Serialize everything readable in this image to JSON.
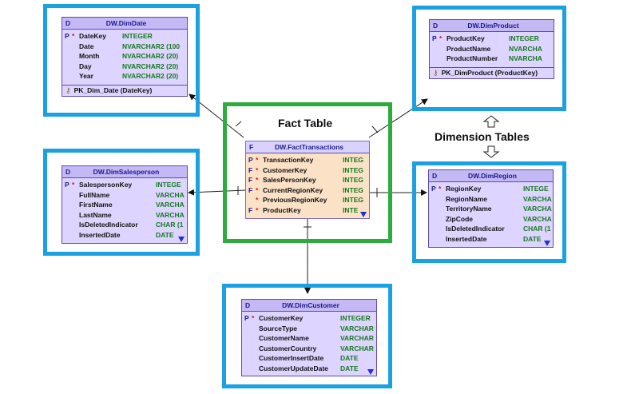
{
  "labels": {
    "fact_table": "Fact Table",
    "dimension_tables": "Dimension Tables"
  },
  "fact": {
    "badge": "F",
    "name": "DW.FactTransactions",
    "rows": [
      {
        "k": "P",
        "s": "*",
        "n": "TransactionKey",
        "t": "INTEG"
      },
      {
        "k": "F",
        "s": "*",
        "n": "CustomerKey",
        "t": "INTEG"
      },
      {
        "k": "F",
        "s": "*",
        "n": "SalesPersonKey",
        "t": "INTEG"
      },
      {
        "k": "F",
        "s": "*",
        "n": "CurrentRegionKey",
        "t": "INTEG"
      },
      {
        "k": "",
        "s": "*",
        "n": "PreviousRegionKey",
        "t": "INTEG"
      },
      {
        "k": "F",
        "s": "*",
        "n": "ProductKey",
        "t": "INTE"
      }
    ]
  },
  "date": {
    "badge": "D",
    "name": "DW.DimDate",
    "rows": [
      {
        "k": "P",
        "s": "*",
        "n": "DateKey",
        "t": "INTEGER"
      },
      {
        "k": "",
        "s": "",
        "n": "Date",
        "t": "NVARCHAR2 (100"
      },
      {
        "k": "",
        "s": "",
        "n": "Month",
        "t": "NVARCHAR2 (20)"
      },
      {
        "k": "",
        "s": "",
        "n": "Day",
        "t": "NVARCHAR2 (20)"
      },
      {
        "k": "",
        "s": "",
        "n": "Year",
        "t": "NVARCHAR2 (20)"
      }
    ],
    "pk": "PK_Dim_Date (DateKey)"
  },
  "product": {
    "badge": "D",
    "name": "DW.DimProduct",
    "rows": [
      {
        "k": "P",
        "s": "*",
        "n": "ProductKey",
        "t": "INTEGER"
      },
      {
        "k": "",
        "s": "",
        "n": "ProductName",
        "t": "NVARCHA"
      },
      {
        "k": "",
        "s": "",
        "n": "ProductNumber",
        "t": "NVARCHA"
      }
    ],
    "pk": "PK_DimProduct (ProductKey)"
  },
  "salesperson": {
    "badge": "D",
    "name": "DW.DimSalesperson",
    "rows": [
      {
        "k": "P",
        "s": "*",
        "n": "SalespersonKey",
        "t": "INTEGE"
      },
      {
        "k": "",
        "s": "",
        "n": "FullName",
        "t": "VARCHA"
      },
      {
        "k": "",
        "s": "",
        "n": "FirstName",
        "t": "VARCHA"
      },
      {
        "k": "",
        "s": "",
        "n": "LastName",
        "t": "VARCHA"
      },
      {
        "k": "",
        "s": "",
        "n": "IsDeletedIndicator",
        "t": "CHAR (1"
      },
      {
        "k": "",
        "s": "",
        "n": "InsertedDate",
        "t": "DATE"
      }
    ]
  },
  "region": {
    "badge": "D",
    "name": "DW.DimRegion",
    "rows": [
      {
        "k": "P",
        "s": "*",
        "n": "RegionKey",
        "t": "INTEGE"
      },
      {
        "k": "",
        "s": "",
        "n": "RegionName",
        "t": "VARCHA"
      },
      {
        "k": "",
        "s": "",
        "n": "TerritoryName",
        "t": "VARCHA"
      },
      {
        "k": "",
        "s": "",
        "n": "ZipCode",
        "t": "VARCHA"
      },
      {
        "k": "",
        "s": "",
        "n": "IsDeletedIndicator",
        "t": "CHAR (1"
      },
      {
        "k": "",
        "s": "",
        "n": "InsertedDate",
        "t": "DATE"
      }
    ]
  },
  "customer": {
    "badge": "D",
    "name": "DW.DimCustomer",
    "rows": [
      {
        "k": "P",
        "s": "*",
        "n": "CustomerKey",
        "t": "INTEGER"
      },
      {
        "k": "",
        "s": "",
        "n": "SourceType",
        "t": "VARCHAR"
      },
      {
        "k": "",
        "s": "",
        "n": "CustomerName",
        "t": "VARCHAR"
      },
      {
        "k": "",
        "s": "",
        "n": "CustomerCountry",
        "t": "VARCHAR"
      },
      {
        "k": "",
        "s": "",
        "n": "CustomerInsertDate",
        "t": "DATE"
      },
      {
        "k": "",
        "s": "",
        "n": "CustomerUpdateDate",
        "t": "DATE"
      }
    ]
  },
  "colors": {
    "frame_blue": "#1ba1e2",
    "frame_green": "#2eab3e",
    "entity_bg": "#ddd4ff",
    "fact_bg": "#fbe1c6",
    "type_green": "#147a1e",
    "pk_star": "#d11111"
  },
  "icons": {
    "pk_key": "key-icon",
    "scroll": "scroll-down-arrow-icon",
    "connector_up": "hollow-up-arrow-icon",
    "connector_down": "hollow-down-arrow-icon"
  }
}
